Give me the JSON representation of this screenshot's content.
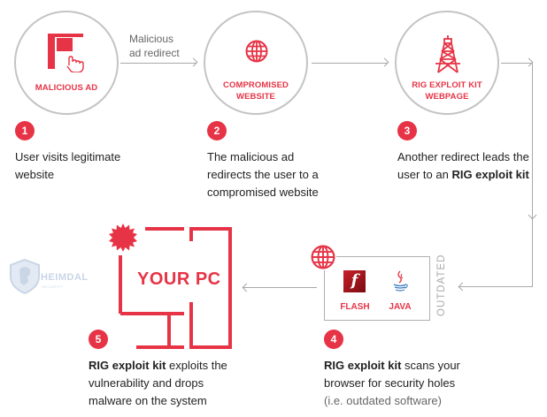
{
  "colors": {
    "accent": "#e63446",
    "connector": "#a8a8a8",
    "circle_border": "#c4c4c4"
  },
  "nodes": [
    {
      "id": "malicious-ad",
      "label": "MALICIOUS AD",
      "icon": "ad-click-icon"
    },
    {
      "id": "compromised-website",
      "label_line1": "COMPROMISED",
      "label_line2": "WEBSITE",
      "icon": "globe-icon"
    },
    {
      "id": "rig-exploit-kit",
      "label_line1": "RIG EXPLOIT KIT",
      "label_line2": "WEBPAGE",
      "icon": "oil-rig-icon"
    }
  ],
  "edge_label": {
    "line1": "Malicious",
    "line2": "ad redirect"
  },
  "steps": [
    {
      "number": "1",
      "text": "User visits legitimate website"
    },
    {
      "number": "2",
      "text": "The malicious ad redirects the user to a compromised website"
    },
    {
      "number": "3",
      "text_prefix": "Another redirect leads the user to an ",
      "text_bold": "RIG exploit kit"
    },
    {
      "number": "4",
      "text_bold": "RIG exploit kit",
      "text_suffix": " scans your browser for security holes",
      "text_muted": "(i.e. outdated software)"
    },
    {
      "number": "5",
      "text_bold": "RIG exploit kit",
      "text_suffix": " exploits the vulnerability and drops malware on the system"
    }
  ],
  "scan_box": {
    "items": [
      {
        "label": "FLASH",
        "icon": "flash-icon"
      },
      {
        "label": "JAVA",
        "icon": "java-icon"
      }
    ],
    "side_label": "OUTDATED"
  },
  "pc": {
    "title": "YOUR PC",
    "icon": "malware-burst-icon"
  },
  "logo": {
    "name": "HEIMDAL",
    "sub": "SECURITY"
  }
}
